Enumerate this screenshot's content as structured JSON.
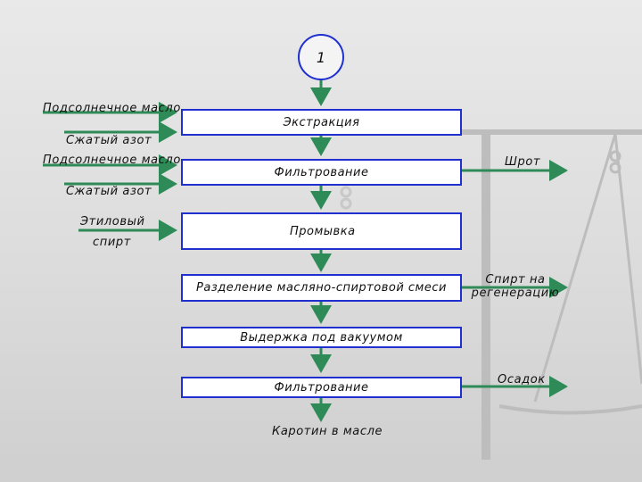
{
  "diagram": {
    "step_number": "1",
    "boxes": [
      "Экстракция",
      "Фильтрование",
      "Промывка",
      "Разделение масляно-спиртовой смеси",
      "Выдержка под вакуумом",
      "Фильтрование"
    ],
    "inputs": {
      "oil_1": "Подсолнечное масло",
      "nitrogen_1": "Сжатый азот",
      "oil_2": "Подсолнечное масло",
      "nitrogen_2": "Сжатый азот",
      "alcohol_line1": "Этиловый",
      "alcohol_line2": "спирт"
    },
    "outputs": {
      "meal": "Шрот",
      "alcohol_regen": "Спирт на регенерацию",
      "sediment": "Осадок"
    },
    "final_product": "Каротин в масле",
    "colors": {
      "box_border": "#1f2fd0",
      "arrow": "#2e8b57",
      "background": "#e0e0e0"
    }
  }
}
